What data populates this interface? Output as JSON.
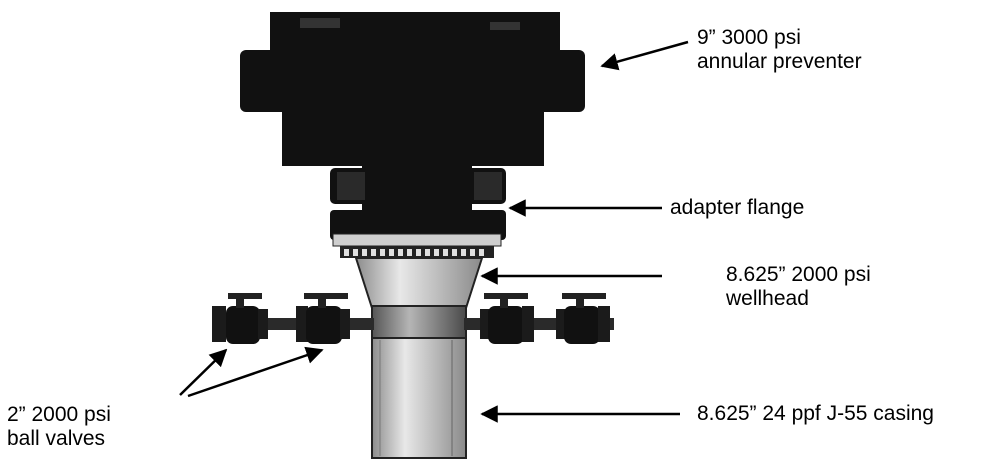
{
  "labels": {
    "annular": {
      "line1": "9” 3000 psi",
      "line2": "annular preventer"
    },
    "adapter": {
      "line1": "adapter flange"
    },
    "wellhead": {
      "line1": "8.625” 2000 psi",
      "line2": "wellhead"
    },
    "casing": {
      "line1": "8.625” 24 ppf J-55 casing"
    },
    "valves": {
      "line1": "2” 2000 psi",
      "line2": "ball valves"
    }
  },
  "colors": {
    "equipment": "#111111",
    "metal_light": "#e4e4e4",
    "metal_mid": "#a8a8a8",
    "arrow": "#000000"
  }
}
